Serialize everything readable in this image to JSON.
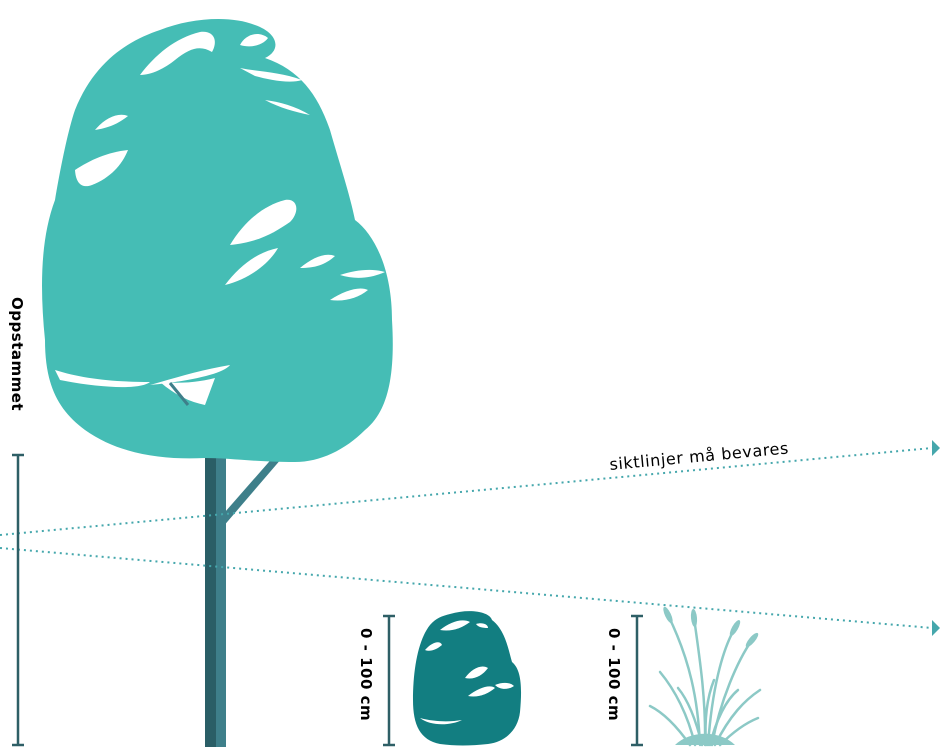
{
  "labels": {
    "tall_tree_height": "Oppstammet",
    "bush_height": "0 - 100 cm",
    "grass_height": "0 - 100 cm",
    "sightline": "siktlinjer må bevares"
  },
  "colors": {
    "canopy": "#45BDB5",
    "bush": "#127E81",
    "grass": "#8CC9C6",
    "trunk_dark": "#2A5E66",
    "trunk_light": "#3E7F8A",
    "sightline": "#45A7AC",
    "scale_bar": "#2E5F66"
  },
  "icons": [
    "tree-icon",
    "bush-icon",
    "grass-icon",
    "arrow-right-icon"
  ]
}
